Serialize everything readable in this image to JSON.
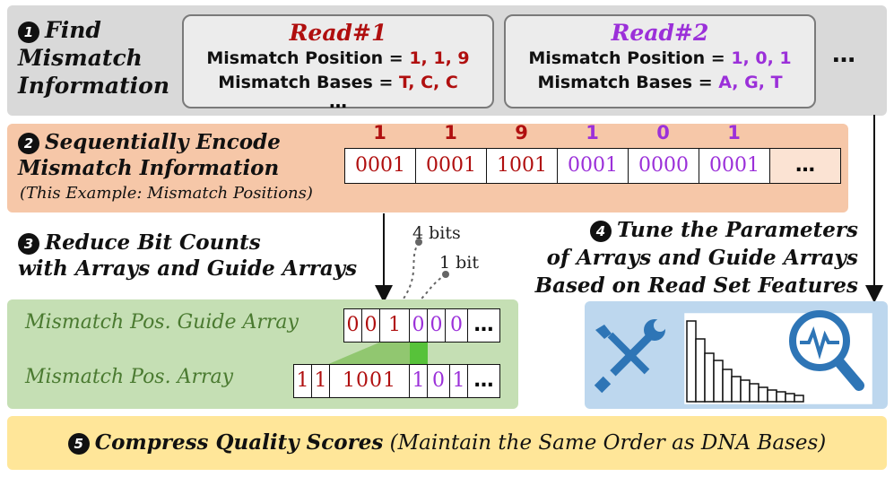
{
  "step1": {
    "number": "1",
    "title_line1": "Find",
    "title_line2": "Mismatch",
    "title_line3": "Information"
  },
  "read1": {
    "title": "Read#1",
    "pos_label": "Mismatch Position = ",
    "pos_values": "1, 1, 9",
    "base_label": "Mismatch Bases = ",
    "base_values": "T, C, C",
    "more": "…"
  },
  "read2": {
    "title": "Read#2",
    "pos_label": "Mismatch Position = ",
    "pos_values": "1, 0, 1",
    "base_label": "Mismatch Bases = ",
    "base_values": "A, G, T"
  },
  "panel1_more": "…",
  "step2": {
    "number": "2",
    "title_line1": "Sequentially Encode",
    "title_line2": "Mismatch Information",
    "subtitle": "(This Example: Mismatch Positions)"
  },
  "encoding": {
    "labels": [
      "1",
      "1",
      "9",
      "1",
      "0",
      "1"
    ],
    "cells": [
      "0001",
      "0001",
      "1001",
      "0001",
      "0000",
      "0001",
      "…"
    ]
  },
  "step3": {
    "number": "3",
    "title_line1": "Reduce Bit Counts",
    "title_line2": "with Arrays and Guide Arrays"
  },
  "callouts": {
    "four_bits": "4 bits",
    "one_bit": "1 bit"
  },
  "guide_array": {
    "label": "Mismatch Pos. Guide Array",
    "cells": [
      "0",
      "0",
      "1",
      "0",
      "0",
      "0",
      "…"
    ]
  },
  "pos_array": {
    "label": "Mismatch Pos. Array",
    "cells": [
      "1",
      "1",
      "1001",
      "1",
      "0",
      "1",
      "…"
    ]
  },
  "step4": {
    "number": "4",
    "title_line1": "Tune the Parameters",
    "title_line2": "of Arrays and Guide Arrays",
    "title_line3": "Based on Read Set Features"
  },
  "step5": {
    "number": "5",
    "title": "Compress Quality Scores",
    "subtitle": " (Maintain the Same Order as DNA Bases)"
  },
  "colors": {
    "read1": "#b00f0f",
    "read2": "#9b30d9",
    "green_text": "#4a7a30",
    "highlight": "#6fc24a",
    "icon_blue": "#2e75b6"
  }
}
